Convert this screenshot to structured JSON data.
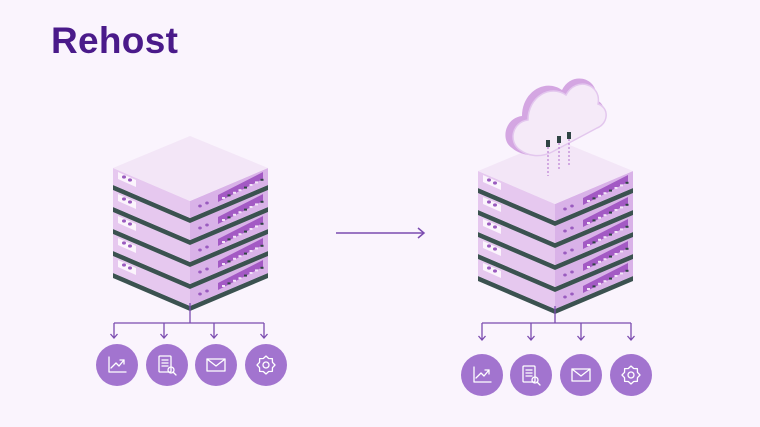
{
  "title": "Rehost",
  "colors": {
    "background": "#faf4fd",
    "title": "#4a1a8a",
    "accent": "#a274cf",
    "line": "#7b4bb0",
    "slab_top": "#f3e6f7",
    "slab_left": "#e6c8ef",
    "slab_right": "#d9b2e8",
    "gap": "#3b5250"
  },
  "diagram": {
    "before": {
      "label": "on-premises-server",
      "icons": [
        "analytics-icon",
        "document-search-icon",
        "mail-icon",
        "gear-icon"
      ]
    },
    "after": {
      "label": "cloud-hosted-server",
      "icons": [
        "analytics-icon",
        "document-search-icon",
        "mail-icon",
        "gear-icon"
      ]
    },
    "transition": "arrow-right"
  }
}
